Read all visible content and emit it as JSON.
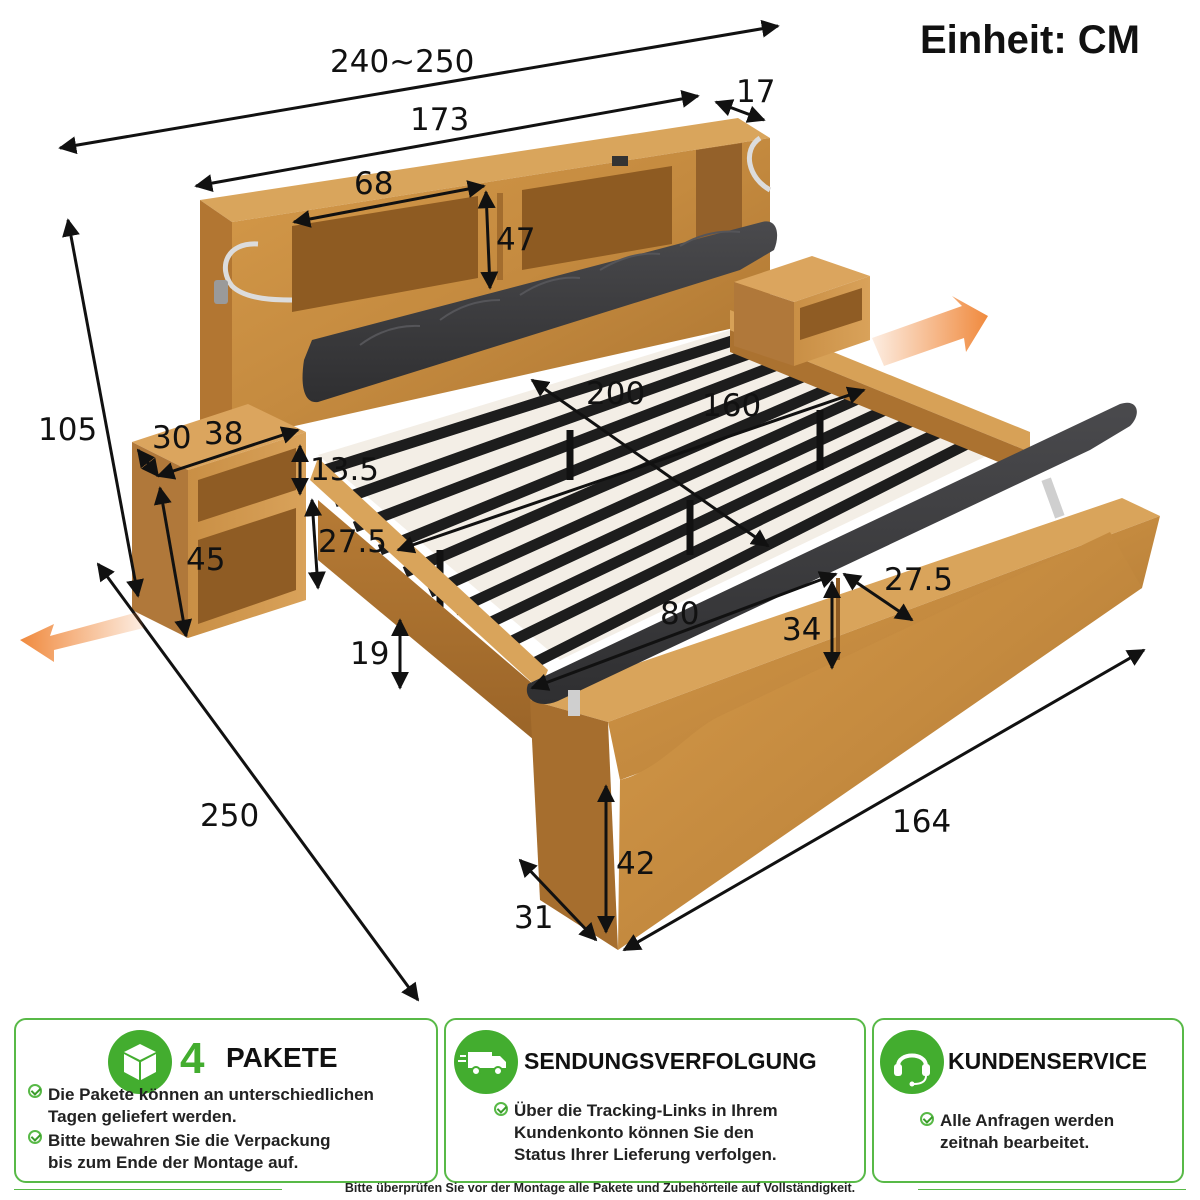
{
  "unit_label": "Einheit: CM",
  "dimensions": {
    "total_width": "240~250",
    "headboard_width": "173",
    "headboard_depth": "17",
    "shelf_width": "68",
    "shelf_height": "47",
    "total_height": "105",
    "nightstand_depth": "30",
    "nightstand_width": "38",
    "nightstand_top": "13.5",
    "nightstand_compartment": "27.5",
    "nightstand_height": "45",
    "mattress_length": "200",
    "mattress_width": "160",
    "leg_clearance": "19",
    "total_length": "250",
    "bench_width": "164",
    "bench_depth": "31",
    "bench_height": "42",
    "compartment_width": "80",
    "compartment_height": "34",
    "compartment_depth": "27.5"
  },
  "colors": {
    "accent_green": "#43ad2f",
    "arrow_orange": "#f08a3e",
    "wood": "#c48a3f",
    "upholstery": "#3d3d3f"
  },
  "icons": {
    "packages": "package-box-icon",
    "tracking": "delivery-truck-icon",
    "service": "headset-icon"
  },
  "boxes": [
    {
      "badge": "4",
      "title": "PAKETE",
      "lines": [
        "Die Pakete können an unterschiedlichen",
        "Tagen geliefert werden.",
        "Bitte bewahren Sie die Verpackung",
        "bis zum Ende der Montage auf."
      ]
    },
    {
      "title": "SENDUNGSVERFOLGUNG",
      "lines": [
        "Über die Tracking-Links in Ihrem",
        "Kundenkonto können Sie den",
        "Status Ihrer Lieferung verfolgen."
      ]
    },
    {
      "title": "KUNDENSERVICE",
      "lines": [
        "Alle Anfragen werden",
        "zeitnah bearbeitet."
      ]
    }
  ],
  "footnote": "Bitte überprüfen Sie vor der Montage alle Pakete und Zubehörteile auf Vollständigkeit."
}
